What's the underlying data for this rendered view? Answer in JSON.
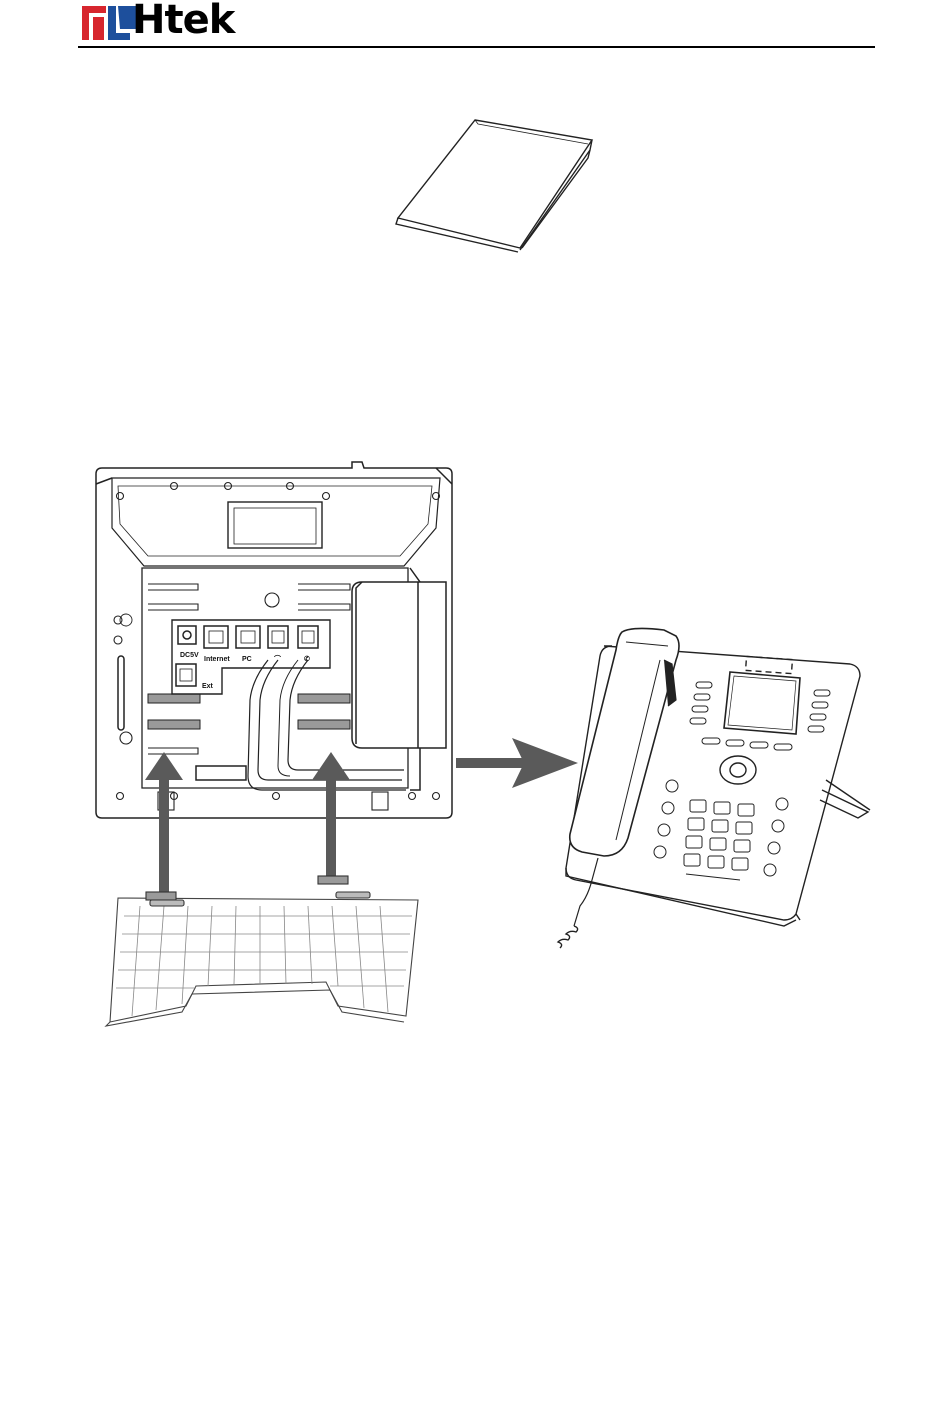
{
  "header": {
    "brand": "Htek",
    "colors": {
      "red": "#d7262e",
      "blue": "#1d4f9c",
      "text": "#000000"
    }
  },
  "illustration": {
    "port_labels": {
      "dc": "DC5V",
      "internet": "Internet",
      "pc": "PC",
      "ext": "Ext"
    },
    "arrow_color": "#5a5a5a"
  }
}
